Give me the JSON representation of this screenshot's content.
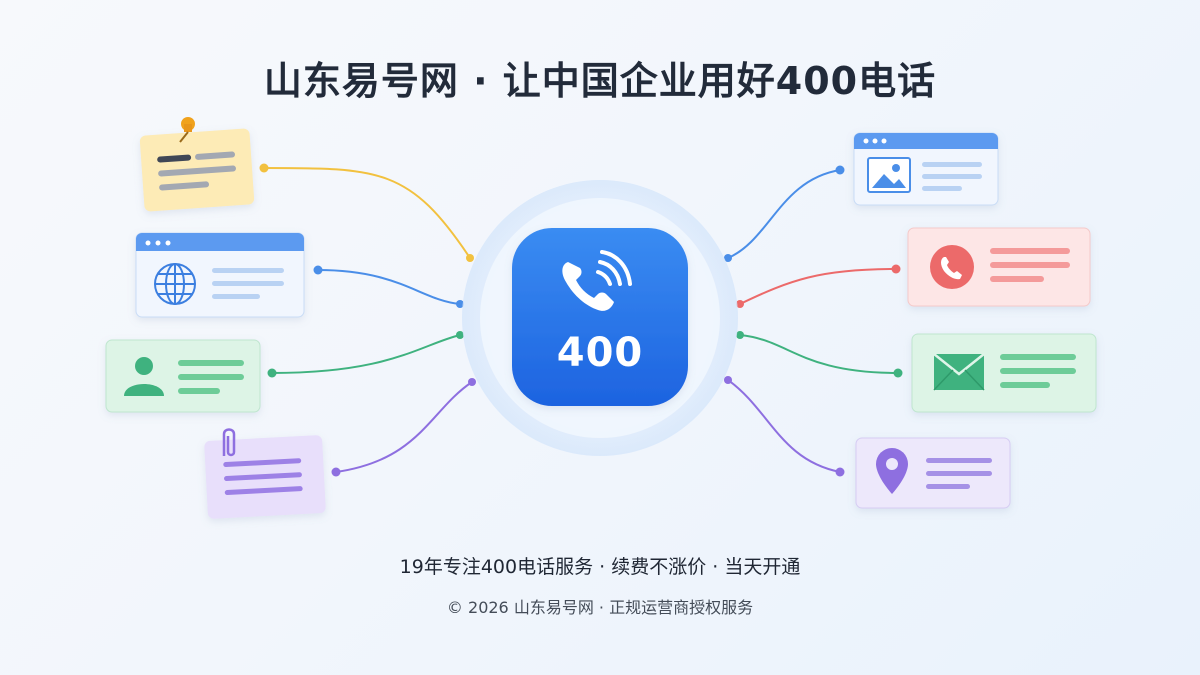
{
  "header": {
    "title": "山东易号网 · 让中国企业用好400电话"
  },
  "center": {
    "badge_number": "400",
    "icon": "phone-signal-icon"
  },
  "cards_left": [
    {
      "kind": "sticky-note",
      "icon": "pushpin-icon",
      "color": "#f6c54a"
    },
    {
      "kind": "browser-window",
      "icon": "globe-icon",
      "color": "#4a8ee8"
    },
    {
      "kind": "contact-card",
      "icon": "user-icon",
      "color": "#3fb27f"
    },
    {
      "kind": "note-card",
      "icon": "paperclip-icon",
      "color": "#8e6fe0"
    }
  ],
  "cards_right": [
    {
      "kind": "browser-window",
      "icon": "image-icon",
      "color": "#4a8ee8"
    },
    {
      "kind": "call-card",
      "icon": "phone-icon",
      "color": "#ec6a6a"
    },
    {
      "kind": "mail-card",
      "icon": "envelope-icon",
      "color": "#3fb27f"
    },
    {
      "kind": "location-card",
      "icon": "map-pin-icon",
      "color": "#8e6fe0"
    }
  ],
  "footer": {
    "line1": "19年专注400电话服务 · 续费不涨价 · 当天开通",
    "line2": "© 2026 山东易号网 · 正规运营商授权服务"
  }
}
